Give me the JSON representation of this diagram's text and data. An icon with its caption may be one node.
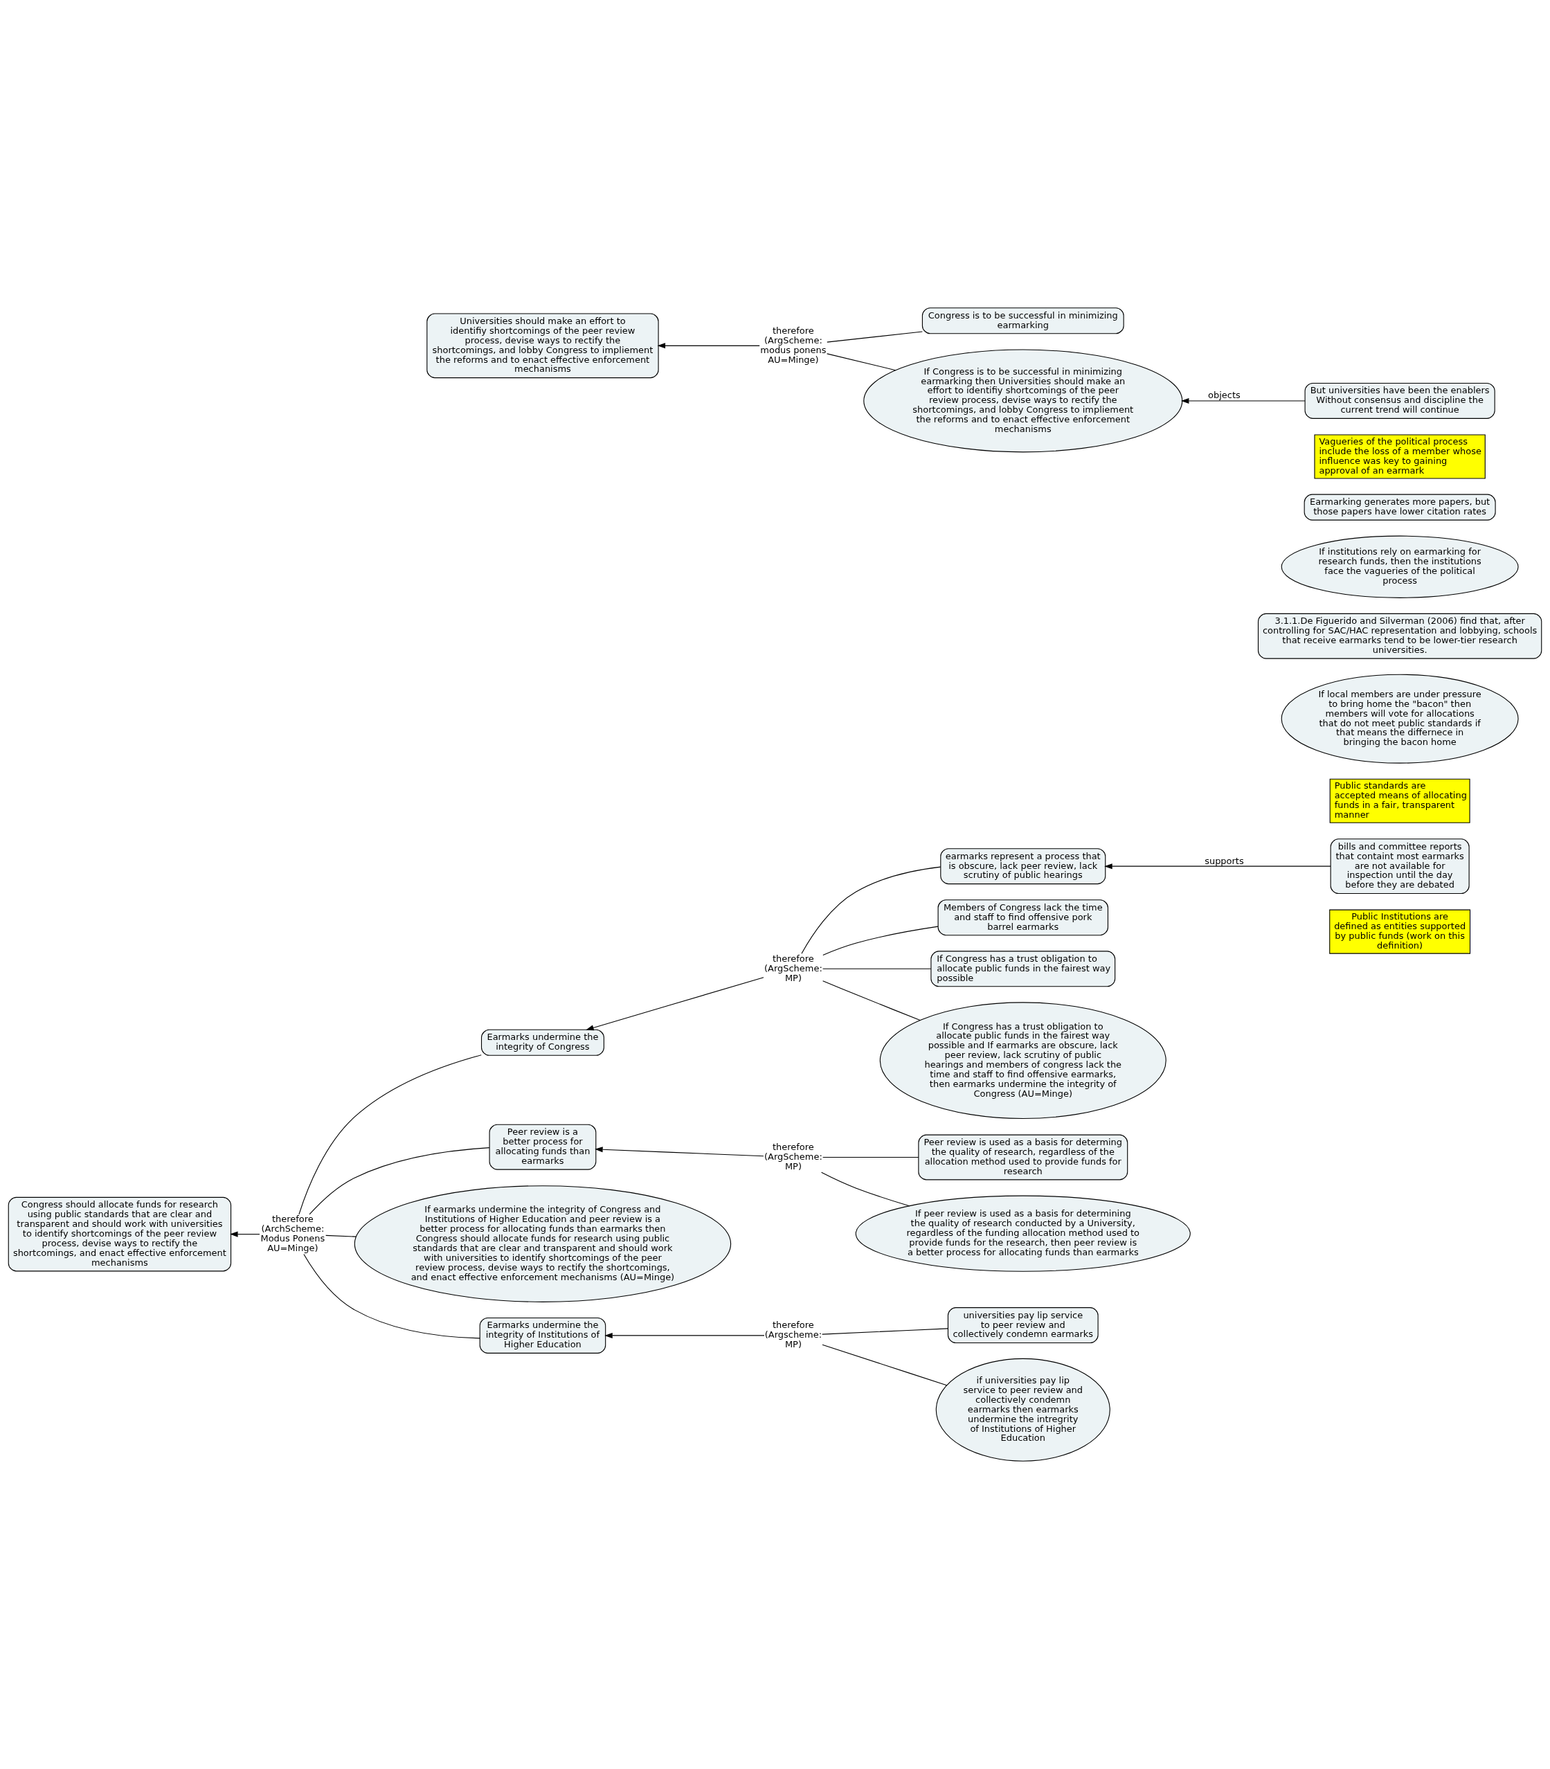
{
  "diagram": {
    "nodes": [
      {
        "text": [
          "Public Institutions are defined as entities supported by public funds (work on this definition)"
        ]
      },
      {
        "text": [
          "Congress should allocate funds for research using public standards that are clear and transparent and should work with universities to identify shortcomings of the peer review process, devise ways to rectify the shortcomings, and enact effective enforcement mechanisms"
        ]
      },
      {
        "text": [
          "therefore (ArchScheme: Modus Ponens AU=Minge)"
        ]
      },
      {
        "text": [
          "Earmarks undermine the integrity of Congress"
        ]
      },
      {
        "text": [
          "therefore (ArgScheme: MP)"
        ]
      },
      {
        "text": [
          "earmarks represent a process that is obscure, lack peer review, lack scrutiny of public hearings"
        ]
      },
      {
        "text": [
          "bills and committee reports that containt most earmarks are not available for inspection until the day before they are debated"
        ]
      },
      {
        "text": [
          "Peer review is a better process for allocating funds than earmarks"
        ]
      },
      {
        "text": [
          "Members of Congress lack the time and staff to find offensive pork barrel earmarks"
        ]
      },
      {
        "text": [
          "If Congress has a trust obligation to allocate public funds in the fairest way possible"
        ]
      },
      {
        "text": [
          "If Congress has a trust obligation to allocate public funds in the fairest way possible and If earmarks are obscure, lack peer review, lack scrutiny of public hearings and members of congress lack the time and staff to find offensive earmarks, then earmarks undermine the integrity of Congress (AU=Minge)"
        ]
      },
      {
        "text": [
          "If earmarks undermine the integrity of Congress and Institutions of Higher Education and peer review is a better process for allocating funds than earmarks then Congress should allocate funds for research using public standards that are clear and transparent and should work with universities to identify shortcomings of the peer review process, devise ways to rectify the shortcomings, and enact effective enforcement mechanisms (AU=Minge)"
        ]
      },
      {
        "text": [
          "Earmarks undermine the integrity of Institutions of Higher Education"
        ]
      },
      {
        "text": [
          "therefore (Argscheme: MP)"
        ]
      },
      {
        "text": [
          "universities pay lip service to peer review and collectively condemn earmarks"
        ]
      },
      {
        "text": [
          "if universities pay lip service to peer review and collectively condemn earmarks then earmarks undermine the intregrity of Institutions of Higher Education"
        ]
      },
      {
        "text": [
          "Public standards are accepted means of allocating funds in a fair, transparent manner"
        ]
      },
      {
        "text": [
          "therefore (ArgScheme: MP)"
        ]
      },
      {
        "text": [
          "Peer review is used as a basis for determing the quality of research, regardless of the allocation method used to provide funds for research"
        ]
      },
      {
        "text": [
          "If local members are under pressure to bring home the \"bacon\" then members will vote for allocations that do not meet public standards if that means the differnece in bringing the bacon home"
        ]
      },
      {
        "text": [
          "3.1.1.De Figuerido and Silverman (2006) find that, after controlling for SAC/HAC representation and lobbying, schools that receive earmarks tend to be lower-tier research universities."
        ]
      },
      {
        "text": [
          "If peer review is used as a basis for determining the quality of research conducted by a University, regardless of the funding allocation method used to provide funds for the research, then peer review is a better process for allocating funds than earmarks"
        ]
      },
      {
        "text": [
          "If institutions rely on earmarking for research funds, then the institutions face the vagueries of the political process"
        ]
      },
      {
        "text": [
          "Earmarking generates more papers, but those papers have lower citation rates"
        ]
      },
      {
        "text": [
          "Vagueries of the political process include the loss of a member whose influence was key to gaining approval of an earmark"
        ]
      },
      {
        "text": [
          "Universities should make an effort to identifiy shortcomings of the peer review process, devise ways to rectify the shortcomings, and lobby Congress to impliement the reforms and to enact effective enforcement mechanisms"
        ]
      },
      {
        "text": [
          "therefore (ArgScheme: modus ponens AU=Minge)"
        ]
      },
      {
        "text": [
          "Congress is to be successful in minimizing earmarking"
        ]
      },
      {
        "text": [
          "If Congress is to be successful in minimizing earmarking then Universities should make an effort to identifiy shortcomings of the peer review process, devise ways to rectify the shortcomings, and lobby Congress to impliement the reforms and to enact effective enforcement mechanisms"
        ]
      },
      {
        "text": [
          "But universities have been the enablers Without consensus and discipline the current trend will continue"
        ]
      }
    ],
    "edges": [
      {
        "from": 2,
        "to": 1,
        "arrow": "to"
      },
      {
        "from": 3,
        "to": 2,
        "arrow": "none"
      },
      {
        "from": 7,
        "to": 2,
        "arrow": "none"
      },
      {
        "from": 11,
        "to": 2,
        "arrow": "none"
      },
      {
        "from": 12,
        "to": 2,
        "arrow": "none"
      },
      {
        "from": 4,
        "to": 3,
        "arrow": "to"
      },
      {
        "from": 5,
        "to": 4,
        "arrow": "none"
      },
      {
        "from": 8,
        "to": 4,
        "arrow": "none"
      },
      {
        "from": 9,
        "to": 4,
        "arrow": "none"
      },
      {
        "from": 10,
        "to": 4,
        "arrow": "none"
      },
      {
        "from": 6,
        "to": 5,
        "arrow": "to",
        "label": "supports"
      },
      {
        "from": 17,
        "to": 7,
        "arrow": "to"
      },
      {
        "from": 18,
        "to": 17,
        "arrow": "none"
      },
      {
        "from": 21,
        "to": 17,
        "arrow": "none"
      },
      {
        "from": 13,
        "to": 12,
        "arrow": "to"
      },
      {
        "from": 14,
        "to": 13,
        "arrow": "none"
      },
      {
        "from": 15,
        "to": 13,
        "arrow": "none"
      },
      {
        "from": 26,
        "to": 25,
        "arrow": "to"
      },
      {
        "from": 27,
        "to": 26,
        "arrow": "none"
      },
      {
        "from": 28,
        "to": 26,
        "arrow": "none"
      },
      {
        "from": 29,
        "to": 28,
        "arrow": "to",
        "label": "objects"
      }
    ]
  }
}
